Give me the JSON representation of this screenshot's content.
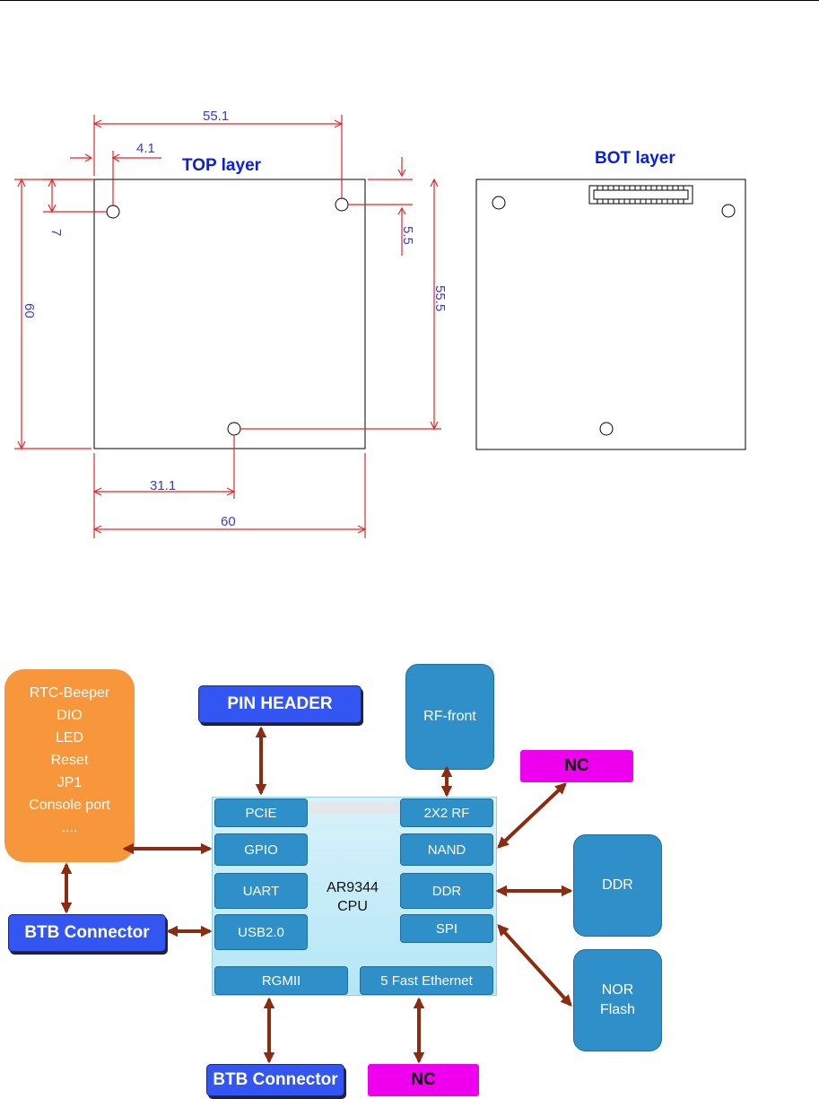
{
  "mechanical": {
    "top_title": "TOP layer",
    "bot_title": "BOT layer",
    "dims": {
      "d551": "55.1",
      "d41": "4.1",
      "d7": "7",
      "d55": "5.5",
      "d60v": "60",
      "d555": "55.5",
      "d311": "31.1",
      "d60h": "60"
    }
  },
  "block": {
    "orange_items": [
      "RTC-Beeper",
      "DIO",
      "LED",
      "Reset",
      "JP1",
      "Console port",
      "...."
    ],
    "pin_header": "PIN HEADER",
    "rf_front": "RF-front",
    "nc_top": "NC",
    "nc_bottom": "NC",
    "ddr": "DDR",
    "nor_line1": "NOR",
    "nor_line2": "Flash",
    "btb_left": "BTB Connector",
    "btb_bottom": "BTB Connector",
    "cpu_line1": "AR9344",
    "cpu_line2": "CPU",
    "ports": {
      "pcie": "PCIE",
      "gpio": "GPIO",
      "uart": "UART",
      "usb": "USB2.0",
      "rf": "2X2 RF",
      "nand": "NAND",
      "ddr": "DDR",
      "spi": "SPI",
      "rgmii": "RGMII",
      "eth": "5 Fast Ethernet"
    }
  },
  "colors": {
    "dimension_line": "#e0282a",
    "port_blue": "#2e8fc9",
    "connector_blue": "#3355f2",
    "nc_magenta": "#ee00ee",
    "orange": "#f7963a",
    "arrow_brown": "#8b2c10"
  }
}
